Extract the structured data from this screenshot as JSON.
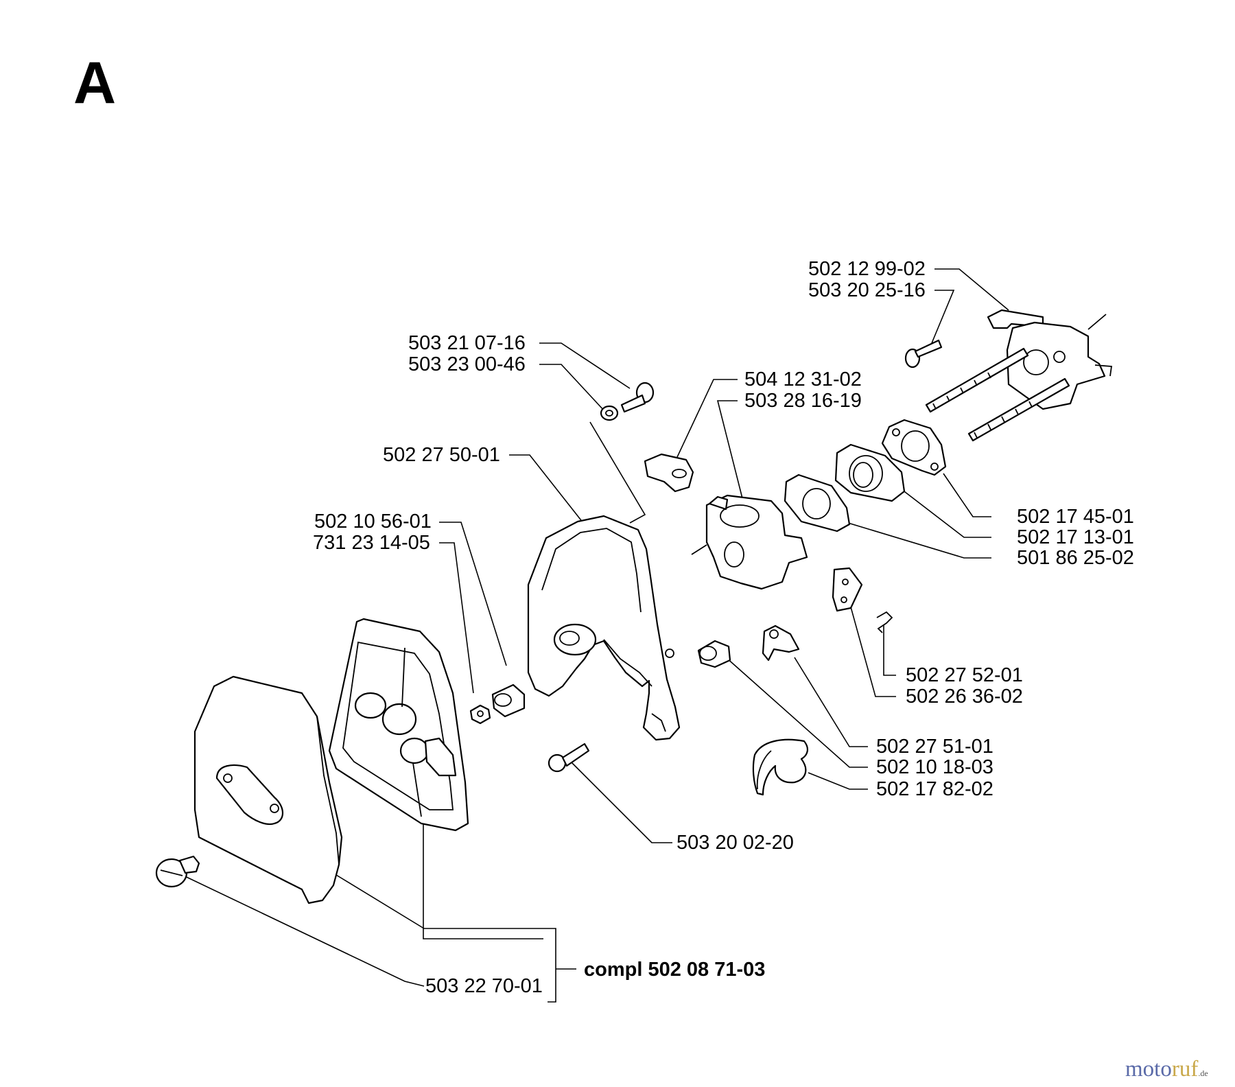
{
  "page_letter": "A",
  "labels": {
    "p_502_12_99_02": "502 12 99-02",
    "p_503_20_25_16": "503 20 25-16",
    "p_503_21_07_16": "503 21 07-16",
    "p_503_23_00_46": "503 23 00-46",
    "p_504_12_31_02": "504 12 31-02",
    "p_503_28_16_19": "503 28 16-19",
    "p_502_27_50_01": "502 27 50-01",
    "p_502_10_56_01": "502 10 56-01",
    "p_731_23_14_05": "731 23 14-05",
    "p_502_17_45_01": "502 17 45-01",
    "p_502_17_13_01": "502 17 13-01",
    "p_501_86_25_02": "501 86 25-02",
    "p_502_27_52_01": "502 27 52-01",
    "p_502_26_36_02": "502 26 36-02",
    "p_502_27_51_01": "502 27 51-01",
    "p_502_10_18_03": "502 10 18-03",
    "p_502_17_82_02": "502 17 82-02",
    "p_503_20_02_20": "503 20 02-20",
    "p_503_22_70_01": "503 22 70-01"
  },
  "assembly_label": "compl 502 08 71-03",
  "watermark": {
    "part1": "moto",
    "part2": "ruf",
    "suffix": ".de"
  }
}
